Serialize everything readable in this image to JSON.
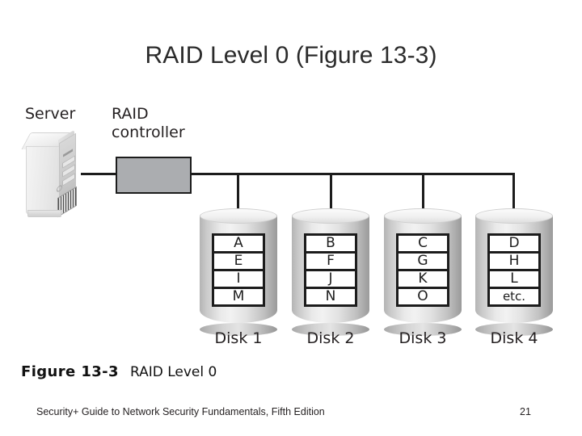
{
  "slide": {
    "title": "RAID Level 0 (Figure 13-3)"
  },
  "figure": {
    "server_label": "Server",
    "controller_label_line1": "RAID",
    "controller_label_line2": "controller",
    "caption_number": "Figure 13-3",
    "caption_text": "RAID Level 0",
    "disks": [
      {
        "caption": "Disk 1",
        "cells": [
          "A",
          "E",
          "I",
          "M"
        ]
      },
      {
        "caption": "Disk 2",
        "cells": [
          "B",
          "F",
          "J",
          "N"
        ]
      },
      {
        "caption": "Disk 3",
        "cells": [
          "C",
          "G",
          "K",
          "O"
        ]
      },
      {
        "caption": "Disk 4",
        "cells": [
          "D",
          "H",
          "L",
          "etc."
        ]
      }
    ]
  },
  "footer": {
    "source": "Security+ Guide to Network Security Fundamentals, Fifth Edition",
    "page_number": "21"
  },
  "colors": {
    "background": "#ffffff",
    "text": "#231f20",
    "controller_fill": "#abadb0",
    "line": "#1c1c1c"
  }
}
